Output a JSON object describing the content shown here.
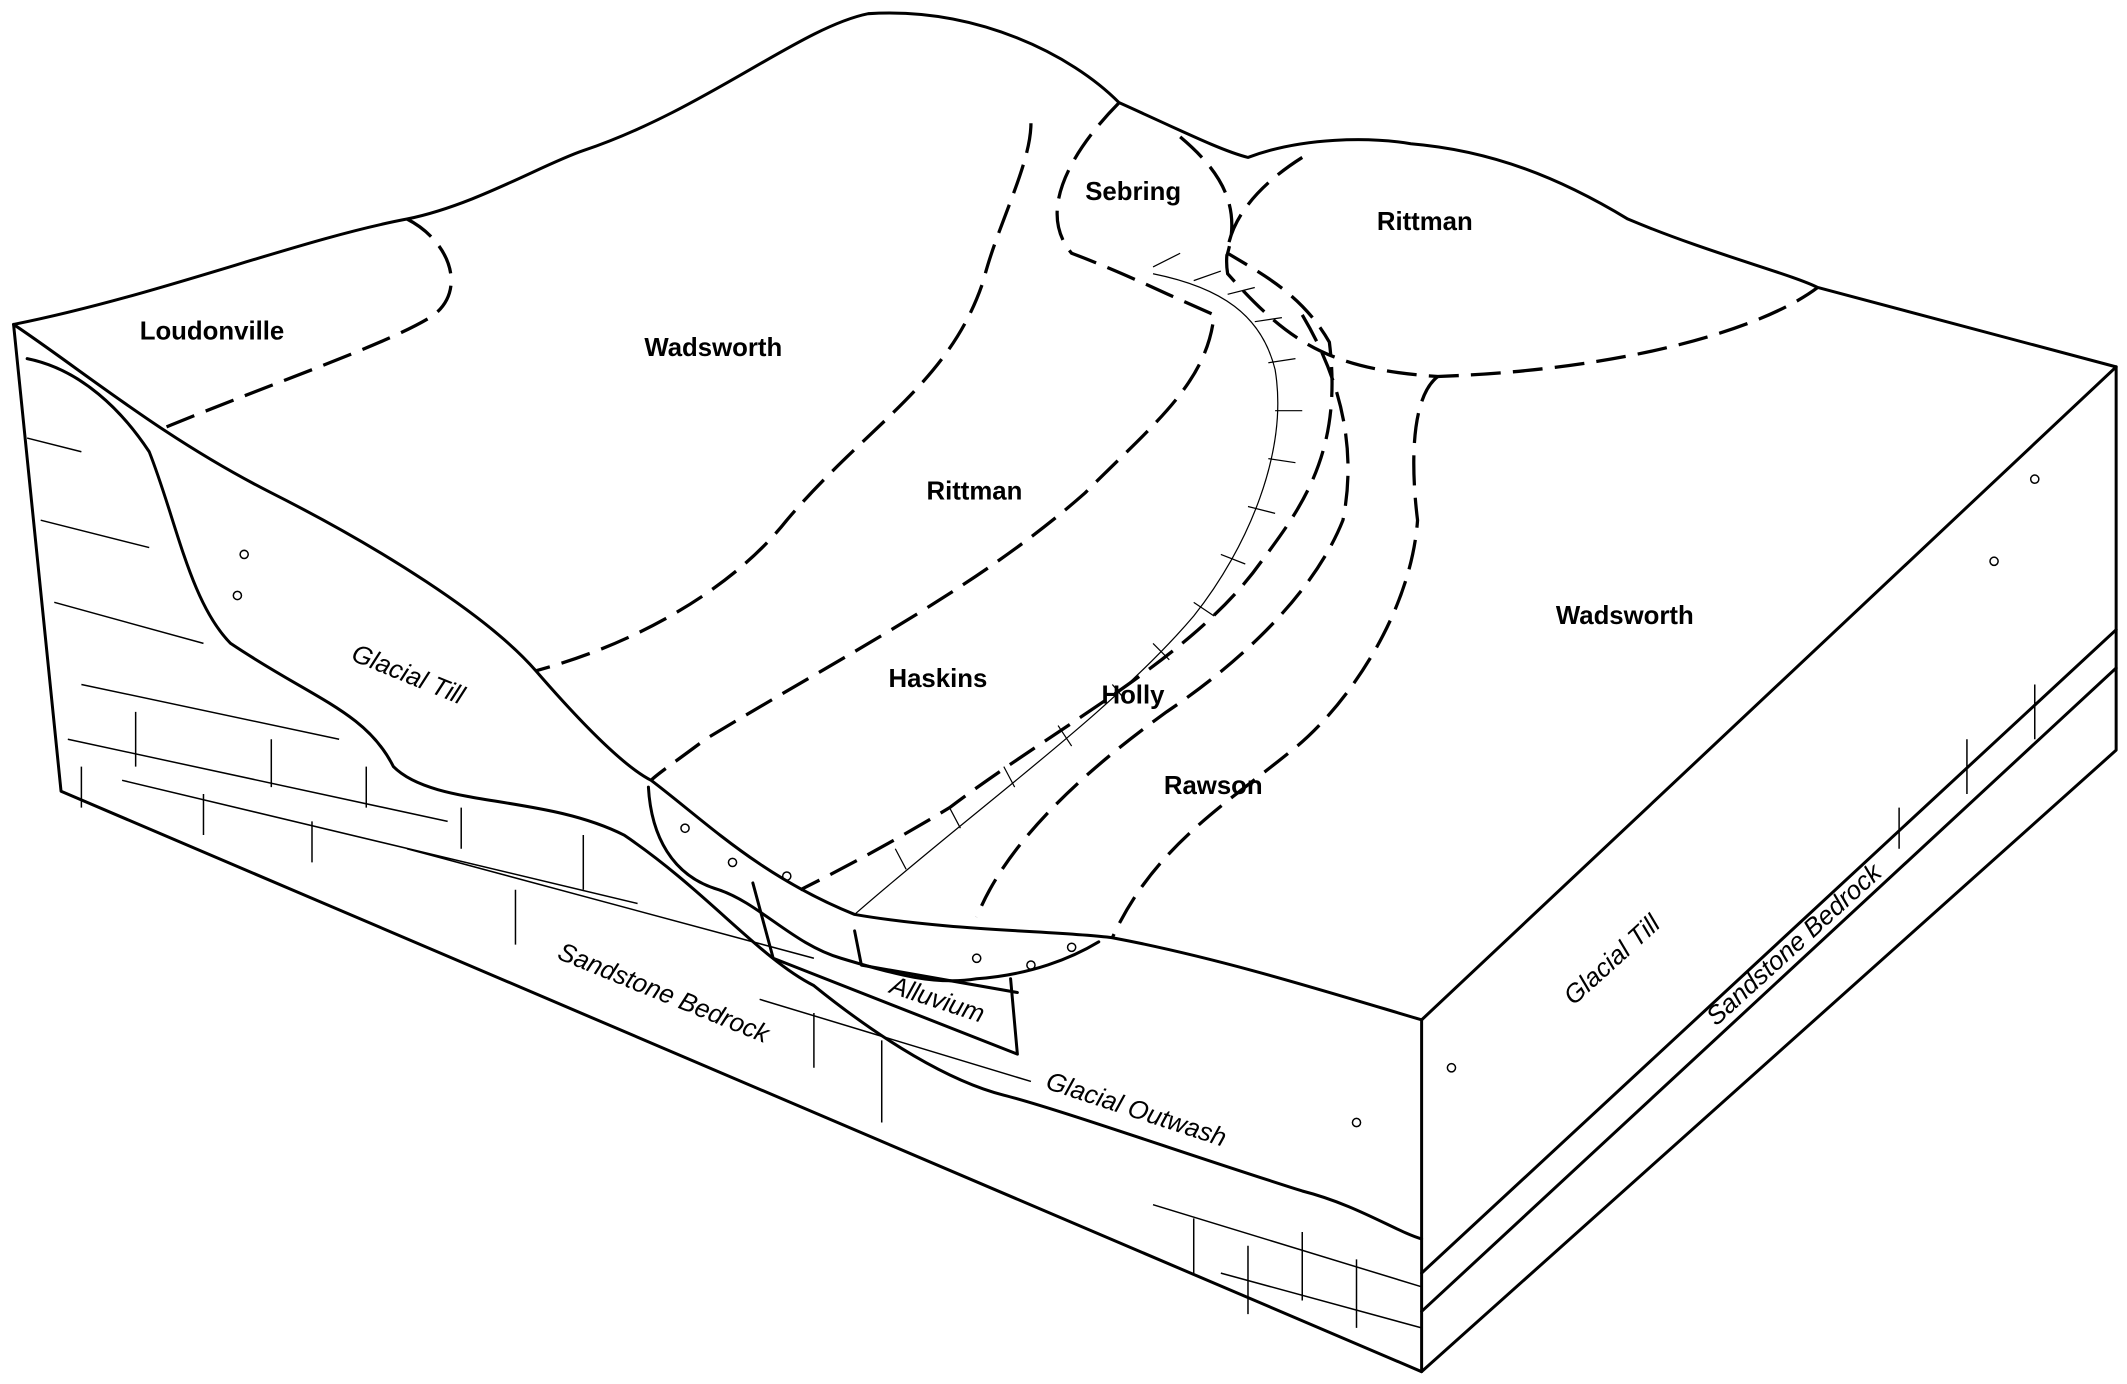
{
  "soil_labels": {
    "loudonville": "Loudonville",
    "wadsworth_left": "Wadsworth",
    "sebring": "Sebring",
    "rittman_top": "Rittman",
    "rittman_center": "Rittman",
    "haskins": "Haskins",
    "holly": "Holly",
    "rawson": "Rawson",
    "wadsworth_right": "Wadsworth"
  },
  "geology_labels": {
    "glacial_till_left": "Glacial Till",
    "glacial_till_right": "Glacial Till",
    "sandstone_bedrock_front": "Sandstone Bedrock",
    "sandstone_bedrock_right": "Sandstone Bedrock",
    "alluvium": "Alluvium",
    "glacial_outwash": "Glacial Outwash"
  }
}
